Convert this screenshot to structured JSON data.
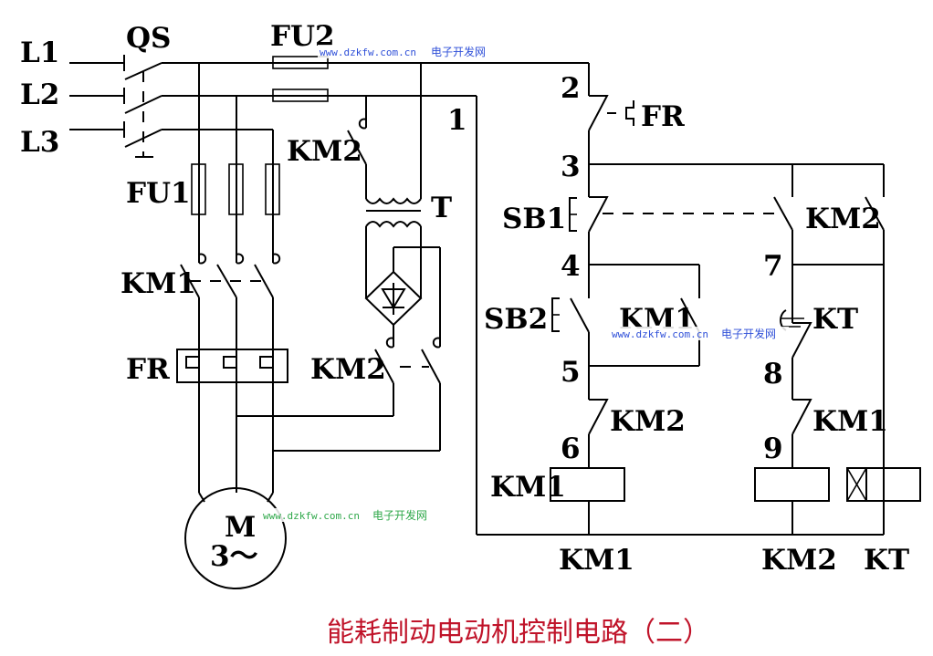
{
  "diagram": {
    "title": "能耗制动电动机控制电路（二）",
    "title_color": "#c0142a",
    "watermark": {
      "url": "www.dzkfw.com.cn",
      "site": "电子开发网",
      "colors": {
        "blue": "#2e4fd8",
        "green": "#2fa84a"
      }
    },
    "power_circuit": {
      "lines": [
        "L1",
        "L2",
        "L3"
      ],
      "main_switch": "QS",
      "fuses_main": "FU1",
      "fuses_control": "FU2",
      "contactor_main": "KM1",
      "overload_relay": "FR",
      "transformer": "T",
      "brake_contact_primary": "KM2",
      "brake_contact_dc": "KM2",
      "motor": {
        "symbol": "M",
        "phase": "3～"
      }
    },
    "control_circuit": {
      "node_labels": [
        "1",
        "2",
        "3",
        "4",
        "5",
        "6",
        "7",
        "8",
        "9"
      ],
      "fr_contact": "FR",
      "stop_button": "SB1",
      "start_button": "SB2",
      "km1_hold_contact": "KM1",
      "km2_hold_contact": "KM2",
      "km2_interlock": "KM2",
      "km1_interlock": "KM1",
      "kt_contact": "KT",
      "coil_km1_side_label": "KM1",
      "coils": [
        "KM1",
        "KM2",
        "KT"
      ]
    }
  }
}
